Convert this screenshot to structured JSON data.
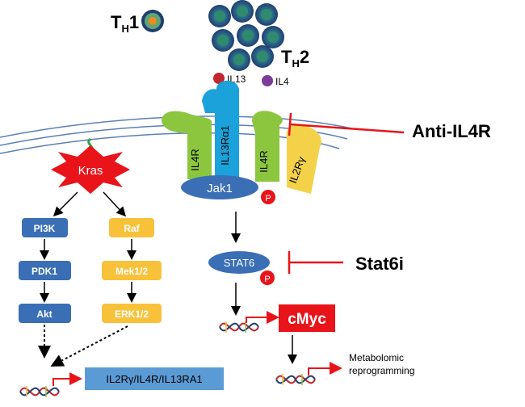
{
  "cells": {
    "th1_label_main": "T",
    "th1_label_sub": "H",
    "th1_label_num": "1",
    "th2_label_main": "T",
    "th2_label_sub": "H",
    "th2_label_num": "2"
  },
  "cytokines": {
    "il13": "IL13",
    "il4": "IL4"
  },
  "receptors": {
    "il4r_left": "IL4R",
    "il13ra1": "IL13Rα1",
    "il4r_right": "IL4R",
    "il2rg": "IL2Rγ",
    "jak1": "Jak1",
    "phospho": "P"
  },
  "inhibitors": {
    "anti_il4r": "Anti-IL4R",
    "stat6i": "Stat6i"
  },
  "stat6_pathway": {
    "stat6": "STAT6",
    "phospho": "P",
    "cmyc": "cMyc",
    "metabolic_line1": "Metabolomic",
    "metabolic_line2": "reprogramming"
  },
  "kras_pathway": {
    "kras": "Kras",
    "pi3k": "PI3K",
    "pdk1": "PDK1",
    "akt": "Akt",
    "raf": "Raf",
    "mek": "Mek1/2",
    "erk": "ERK1/2"
  },
  "target_genes": "IL2Rγ/IL4R/IL13RA1",
  "colors": {
    "red": "#e8141a",
    "blue_box": "#3a6eb5",
    "yellow_box": "#f7c13a",
    "green_receptor": "#8cc63f",
    "blue_receptor": "#1ba2db",
    "yellow_receptor": "#f3d24a",
    "jak_blue": "#3a6eb5",
    "target_box": "#5b9bd5"
  }
}
